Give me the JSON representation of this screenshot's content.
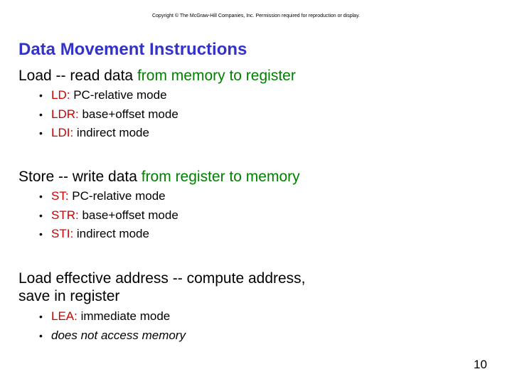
{
  "copyright": "Copyright © The McGraw-Hill Companies, Inc. Permission required for reproduction or display.",
  "title": "Data Movement Instructions",
  "sections": [
    {
      "heading_prefix": "Load -- read data ",
      "heading_highlight": "from memory to register",
      "items": [
        {
          "code": "LD:",
          "text": " PC-relative mode"
        },
        {
          "code": "LDR:",
          "text": " base+offset mode"
        },
        {
          "code": "LDI:",
          "text": " indirect mode"
        }
      ]
    },
    {
      "heading_prefix": "Store -- write data ",
      "heading_highlight": "from register to memory",
      "items": [
        {
          "code": "ST:",
          "text": " PC-relative mode"
        },
        {
          "code": "STR:",
          "text": " base+offset mode"
        },
        {
          "code": "STI:",
          "text": " indirect mode"
        }
      ]
    },
    {
      "heading_line1": "Load effective address -- compute address,",
      "heading_line2": "save in register",
      "items": [
        {
          "code": "LEA:",
          "text": " immediate mode"
        },
        {
          "note": "does not access memory"
        }
      ]
    }
  ],
  "bullet_glyph": "•",
  "page_number": "10",
  "colors": {
    "title": "#3333cc",
    "highlight": "#008000",
    "code": "#cc0000"
  }
}
